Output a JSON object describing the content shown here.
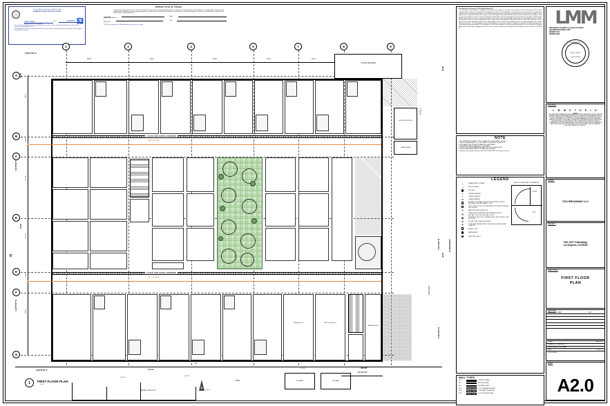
{
  "stamp": {
    "agency_line": "City of Los Angeles Department of Building & Safety",
    "title": "DISABLED ACCESS APPROVED PLANS",
    "sig_label": "Approved by (Plan Check Engineer)",
    "signature": "Odin Orday",
    "date_label": "Date:",
    "date": "10/22/2024",
    "notes": [
      "This set of plans and specifications has been reviewed and is approved for compliance with applicable disabled access code provisions pertaining to the permitted scope of work.",
      "The stamping of this set of plans and specifications shall not be construed to be an approval of the neglect of any provisions of the Los Angeles Municipal Code or State Law."
    ]
  },
  "primary_path_note": {
    "title": "PRIMARY PATH OF TRAVEL",
    "body": "I certify that the primary path of travel to the area of alteration from the parking and passenger loading zones (or entrance on the public street for private buildings) or accessible parking, together with the sanitary facilities, drinking fountains and signs identifying the accessible route, will comply with the disabled access regulations. I, the Architect/Engineer of record, accept responsibility for compliance with Chapter 11B accessibility requirements.",
    "ref_number": "(138.69)",
    "field_name_label": "Name:",
    "field_signature_label": "Signature:",
    "field_date_label": "Date:",
    "field_plan_label": "Plan Check:",
    "blue_line": "NOTE: Free assignment by Los Angeles. Agency sharing code license agent."
  },
  "plan": {
    "title_number": "1",
    "title": "FIRST FLOOR PLAN",
    "scale": "SCALE : 3/16\"=1'-0\"",
    "north_label": "N",
    "corridor_label_upper": "1 HOUR FIRE RATED CORRIDOR",
    "corridor_label_lower": "1 HOUR FIRE RATED CORRIDOR",
    "one_story_label": "1 STORY  BUILDING",
    "transformer_label": "TRANSFORMER",
    "electrical_room_label": "ELECTRICAL ROOM",
    "trash_label": "TRASH (ELEC.)",
    "recycle_label": "RECYCLE (ELEC.)",
    "machine_room_label": "MACHINE ROOM",
    "storage_label_1": "STORAGE",
    "storage_label_2": "STORAGE",
    "concrete_label": "CONC.",
    "brush_label": "BRUSH",
    "pl_label": "P.L.",
    "billboard_label": "BILLBOARD",
    "overhead_label": "OVERHEAD",
    "sta_label": "STA 1",
    "path_tag_upper": "PATH OF EGRESS",
    "path_tag_lower": "PATH OF EGRESS",
    "grid_top": [
      "2",
      "3",
      "4",
      "5",
      "7",
      "8",
      "9"
    ],
    "grid_left": [
      "A",
      "B",
      "C",
      "D",
      "E",
      "F",
      "G"
    ],
    "dims_top": [
      "19'-6\"",
      "19'-6\"",
      "19'-6\"",
      "14'-3\"",
      "14'-2\"",
      "130'-27\""
    ],
    "dims_left": [
      "19'-4\"",
      "5'-6\"",
      "17'-11\"",
      "17'-11\"",
      "5'-9\"",
      "19'-4\""
    ],
    "bearing_top": "S 89°57'48\" E",
    "bearing_left_upper": "S 00°25'48\" W",
    "bearing_left_lower": "S 00°25'48\" W",
    "bearing_right_upper": "S 00°14'00\" W",
    "bearing_right_lower": "S 00°14'00\" W",
    "bearing_bottom": "S 89°57'48\" E",
    "len_left_upper": "48.00",
    "len_left_lower": "40.00",
    "len_right_upper": "48.00",
    "len_right_lower": "40.00",
    "len_bottom": "130.60'",
    "dim_sidewalk": "6'",
    "elevations": [
      "(140.97)",
      "(140.17)",
      "(140.07)",
      "(140.38)",
      "(140)",
      "(139.57)"
    ],
    "unit_label_sample": "UNIT",
    "unit_area_sample": "12'-0\""
  },
  "note_block": {
    "title": "NOTE",
    "items": [
      "1. ALL FIRE PARTITION WALLS LIKE TIE SHALL BE 1 HOUR RATED - SPEC60",
      "2. WALLS FIRE BARRIERS TO 2 1 HR. SHAFTS UL ELEVATOR, STAIRS, ETC.",
      "3. FIRE PARTITION CORRIDORS SHALL BE 1 HOUR RATED",
      "4. ALL BEARING WALLS SHALL BE 1 HOUR RATED",
      "5. THE FLOOR CEILING ASSEMBLIES SHALL BE 1 HOUR RATED SPEC.",
      "6. NON-COMBUSTIBLE DRAFT STOP SHALL BE PROVIDED.",
      "7. Recycling areas shall be clearly marked \"RECYCLING ONLY\" at every point of entry."
    ]
  },
  "legend": {
    "title": "LEGEND",
    "items": [
      {
        "symbol": "double-arrow-icon",
        "label": "DISABLED PATH OF TRAVEL"
      },
      {
        "symbol": "double-arrow-icon",
        "label": "PATH OF EGRESS"
      },
      {
        "symbol": "filled-circle-icon",
        "label": "EXIT SIGN"
      },
      {
        "symbol": "letter-s-icon",
        "label": "STANDARD PARKING"
      },
      {
        "symbol": "letter-c-icon",
        "label": "COMPACT PARKING"
      },
      {
        "symbol": "letters-da-icon",
        "label": "DISABLED PARKING"
      },
      {
        "symbol": "boxed-1-icon",
        "label": "BUILDING / CROSSWALK PROJECTION INDICATION CONTROL / INDICATING OF EQUAL DISABILITY TYPE"
      },
      {
        "symbol": "boxed-2-icon",
        "label": "DOOR TYPE TO DOOR / 2 HR. FIRE RATED DOOR / REFLECTING AT 45 DEG. THE SIZE"
      },
      {
        "symbol": "smoke-detector-icon",
        "label": "HARD WIRED SMOKE DETECTOR"
      },
      {
        "symbol": "sprinkler-icon",
        "label": "CARBON MONOXIDE ALARM / FIRE SPRINKLER SUPPLY & AUTOMATIC SHUT-OFF / AUTOMATIC SUPPLY"
      },
      {
        "symbol": "ceiling-fixture-icon",
        "label": "MECHANICAL UNIT TYPE I & EXHAUST FAN TO THE OUTSIDE 50 CFM / 5 CF.C. MIN."
      },
      {
        "symbol": "recessed-light-icon",
        "label": "GROUND / WALL DISABLED INDICATOR"
      },
      {
        "symbol": "exhaust-fan-icon",
        "label": "4\" DIA. METAL SANITARY DIRECT / ACCESSORY LENGTH-INSTALL ELEVATION"
      },
      {
        "symbol": "water-closet-icon",
        "label": "WATER CLOSET"
      },
      {
        "symbol": "water-heater-icon",
        "label": "WATER HEATER"
      },
      {
        "symbol": "stack-pipe-icon",
        "label": "STACK PIPE CLASS 1"
      }
    ],
    "door_note_title": "FIRE DOOR WALL/SPACE CLEARANCES",
    "door_note_labels": [
      "STRIKE",
      "SIDE"
    ]
  },
  "wall_types": {
    "title": "WALL TYPES",
    "rows": [
      {
        "tag": "W-1",
        "style": "solid",
        "label": "CORRIDOR WALL"
      },
      {
        "tag": "W-3",
        "style": "open",
        "label": "INTERIOR WALL"
      },
      {
        "tag": "W-5",
        "style": "open",
        "label": "PLUMBING WALL"
      },
      {
        "tag": "W-9",
        "style": "hatch",
        "label": "1 HR. SEPARATION WALL"
      },
      {
        "tag": "W-15",
        "style": "hatch",
        "label": "1 HR.SHAFT (INTERIOR)"
      },
      {
        "tag": "W-17",
        "style": "hatch",
        "label": "1 HR. EXTERIOR WALL"
      }
    ]
  },
  "recycling_notes": {
    "heading": "Recycling Notes from Sections 12.21 A.18.(g)(1) through 12.21",
    "body": "1. To encourage active participation in recycling on the maximum extent possible, each property owner, manager, or lessee shall inform all tenants and/or employees living or working on the property of the availability and location of the Recycling Area or Receptacle, the types of materials that are collected for recycling, that the recycling collection facilities are located on the property pursuant to state law requiring the diversion of solid waste from landfills. 2. Each property owner or lessee shall contract with a recycler or hauler for the pickup of Recyclable Materials, separate from trash collection, when receptacles are full or every week, whichever occurs first. 3. No toxic or hazardous material shall be stored in Recycling Areas or Rooms recycling or receptacles. 4. All Recyclable Materials shall be placed or stored in Recycling Receptacles. Paper products and other lightweight materials shall be so immediately placed into covered Recycling Receptacles which they are designed with. 5. An in-activity basis the Recycling Area or Room shall be kept free of litter, debris, spills, bugs, rodents, odors, and other similar undesirable materials. 6. The Recycling Area or Room shall be clearly identified by one or more signs designated by the recycling collection and activity. 7. The Recycling Area or Room shall be available for use by persons residing or employed on the property, but shall not be secured from unauthorized entry by the general public. 8. Recycling Areas or Rooms shall not diminish the required number of parking spaces or signs traffic flow. 9. Recycling Areas or Rooms shall be placed alongside of trash areas or rooms wherever possible and shall comply with the following dimensions as set forth 12.21.A.18.(g)(2)."
  },
  "title_block": {
    "logo_text": "LMM",
    "firm_address": "1850 Wilshire Ave#200,Los Angeles,CA 90024",
    "firm_email": "ARCHITECTS@GMAIL.COM",
    "firm_phone_1": "(818)287-4110",
    "firm_phone_2": "(818)406-9463",
    "seal_top_text": "LICENSED ARCHITECT",
    "seal_mid_text": "State of California",
    "seal_expiry": "Expires 3/31/26",
    "designer_label": "DESIGNER:",
    "designer_name": "L M M   S T U D I O",
    "designer_tagline": "NOTICE",
    "designer_body": "THE DESIGNS AND DRAWINGS THAT ARE SHOWN AND DESCRIBED HEREIN INCLUDING ALL TECHNICAL DRAWINGS, GRAPHIC REPRESENTATIONS AND MODELS THEREOF ARE PROPRIETARY AND CAN NOT BE COPIED, DUPLICATED OR COMMERCIALLY EXPLOITED IN WHOLE OR IN PART WITHOUT THE SOLE AND WRITTEN PERMISSION OF LMM STUDIO. THESE ARE AVAILABLE FOR LIMITED REVIEW AND EVALUATION BY CLIENTS, CONSULTANTS, CONTRACTORS, GOVERNMENT AGENCIES, VENDORS AND OFFICE PERSONNEL ONLY. ANY REPRODUCTION OR REUSE WITHOUT WRITTEN CONSENT IS PROHIBITED.  ALL COPYRIGHTS ARE RESERVED. THE CONTRACTOR SHALL VERIFY ALL DIMENSIONS AND CONDITIONS AT THE JOB SITE AND SHALL NOTIFY THE DESIGNER OF ANY DISCREPANCIES BEFORE PROCEEDING WITH THE WORK.",
    "owner_label": "OWNER :",
    "owner_name": "7621 BROADWAY LLC",
    "project_label": "PROJECT :",
    "project_address_line1": "7621-7627 S Broadway,",
    "project_address_line2": "Los Angeles, CA 90003",
    "sheet_title_label": "SHEET TITLE:",
    "sheet_title_line1": "FIRST FLOOR",
    "sheet_title_line2": "PLAN",
    "revisions_label": "REVISIONS",
    "rev_col_no": "NO.",
    "rev_col_date": "DATE",
    "rev_col_by": "BY",
    "scale_label": "SCALE :",
    "scale_value": "3/16\"=1'-0\"",
    "drawn_label": "DRAWN BY / CHECKED BY :",
    "sheet_index_label": "SHEET INDEX & JOB NAME :",
    "date_label": "DATE :",
    "date_value": "October  24",
    "job_label": "JOB NUMBER :",
    "sheet_label": "SHEET",
    "sheet_number": "A2.0"
  }
}
